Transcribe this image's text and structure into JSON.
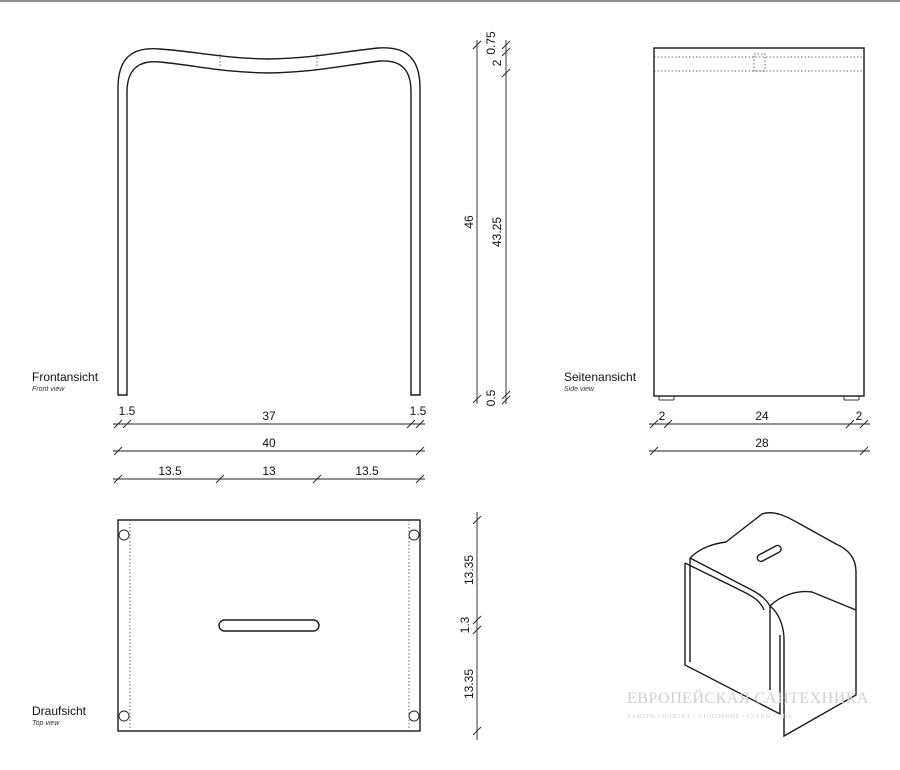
{
  "views": {
    "front": {
      "title": "Frontansicht",
      "subtitle": "Front view"
    },
    "side": {
      "title": "Seitenansicht",
      "subtitle": "Side view"
    },
    "top": {
      "title": "Draufsicht",
      "subtitle": "Top view"
    }
  },
  "dimensions": {
    "front_leg_left": "1.5",
    "front_inner": "37",
    "front_leg_right": "1.5",
    "front_total": "40",
    "front_seg_left": "13.5",
    "front_seg_mid": "13",
    "front_seg_right": "13.5",
    "height_total": "46",
    "height_seat": "0.75",
    "height_slot": "2",
    "height_body": "43.25",
    "height_foot": "0.5",
    "side_leg_left": "2",
    "side_inner": "24",
    "side_leg_right": "2",
    "side_total": "28",
    "top_seg_a": "13.35",
    "top_slot": "1.3",
    "top_seg_b": "13.35"
  },
  "watermark": {
    "line1": "ЕВРОПЕЙСКАЯ САНТЕХНИКА",
    "line2": "КАМЕНЬ • ПЛИТКА • ОТОПЛЕНИЕ • САУНЫ • СПА"
  }
}
